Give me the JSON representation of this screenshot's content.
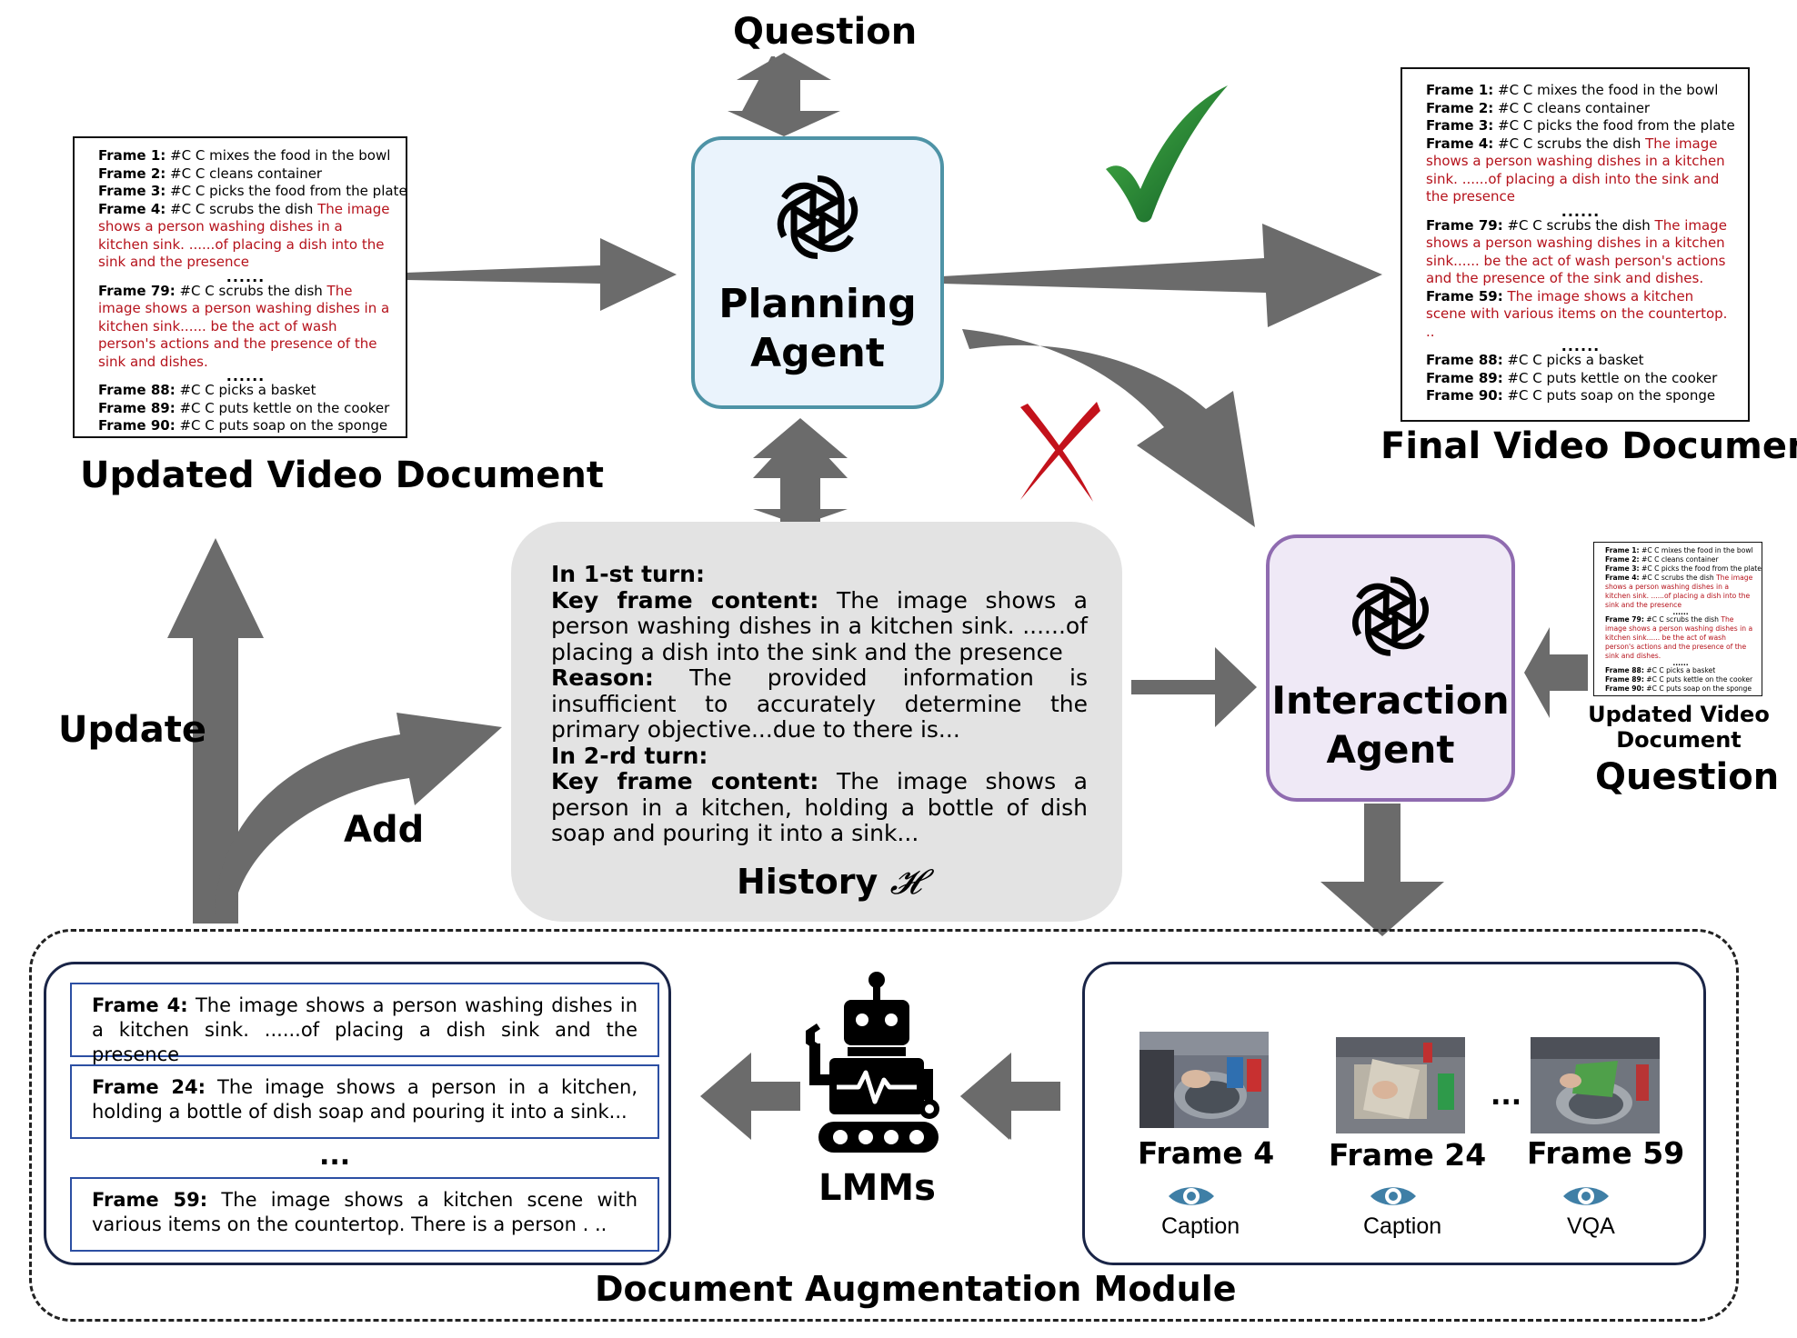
{
  "labels": {
    "question_top": "Question",
    "planning_agent": [
      "Planning",
      "Agent"
    ],
    "interaction_agent": [
      "Interaction",
      "Agent"
    ],
    "updated_video_document": "Updated Video Document",
    "final_video_document": "Final Video Document",
    "update": "Update",
    "add": "Add",
    "history": "History",
    "history_symbol": "𝓗",
    "lmms": "LMMs",
    "module": "Document Augmentation Module",
    "small_doc_caption": [
      "Updated Video",
      "Document"
    ],
    "question_right": "Question"
  },
  "updated_doc": {
    "top": [
      {
        "frame": "Frame 1:",
        "text": " #C C mixes the food in the bowl"
      },
      {
        "frame": "Frame 2:",
        "text": " #C C cleans container"
      },
      {
        "frame": "Frame 3:",
        "text": " #C C picks the food from the plate"
      }
    ],
    "f4": {
      "frame": "Frame 4:",
      "text": " #C C scrubs the dish ",
      "red": "The image shows a person washing dishes in a kitchen sink. ......of placing a dish into the sink and the presence"
    },
    "dots1": "......",
    "f79": {
      "frame": "Frame 79:",
      "text": " #C C scrubs the dish ",
      "red": "The image shows a person washing dishes in a kitchen sink...... be the act of wash person's actions and the presence of the sink and dishes."
    },
    "dots2": "......",
    "bottom": [
      {
        "frame": "Frame 88:",
        "text": " #C C picks a basket"
      },
      {
        "frame": "Frame 89:",
        "text": " #C C puts kettle on the cooker"
      },
      {
        "frame": "Frame 90:",
        "text": " #C C puts soap on the sponge"
      }
    ]
  },
  "final_doc": {
    "top": [
      {
        "frame": "Frame 1:",
        "text": " #C C mixes the food in the bowl"
      },
      {
        "frame": "Frame 2:",
        "text": " #C C cleans container"
      },
      {
        "frame": "Frame 3:",
        "text": " #C C picks the food from the plate"
      }
    ],
    "f4": {
      "frame": "Frame 4:",
      "text": " #C C scrubs the dish ",
      "red": "The image shows a person washing dishes in a kitchen sink. ......of placing a dish into the sink and the presence"
    },
    "dots1": "......",
    "f79": {
      "frame": "Frame 79:",
      "text": " #C C scrubs the dish ",
      "red": "The image shows a person washing dishes in a kitchen sink...... be the act of wash person's actions and the presence of the sink and dishes."
    },
    "f59": {
      "frame": "Frame 59:",
      "red": " The image shows a kitchen scene with various items on the countertop. .."
    },
    "dots2": "......",
    "bottom": [
      {
        "frame": "Frame 88:",
        "text": " #C C picks a basket"
      },
      {
        "frame": "Frame 89:",
        "text": " #C C puts kettle on the cooker"
      },
      {
        "frame": "Frame 90:",
        "text": " #C C puts soap on the sponge"
      }
    ]
  },
  "history": {
    "turn1": "In 1-st turn:",
    "kf1_label": "Key frame content:",
    "kf1_text": " The image shows a person washing dishes in a kitchen sink. ......of placing a dish into the sink and the presence",
    "reason_label": "Reason:",
    "reason_text": " The provided information is insufficient to accurately determine the primary objective...due to there is...",
    "turn2": "In 2-rd turn:",
    "kf2_label": "Key frame content:",
    "kf2_text": " The image shows a person in a kitchen, holding a bottle of dish soap and pouring it into a sink..."
  },
  "captions": [
    {
      "frame": "Frame 4:",
      "text": " The image shows a person washing dishes in a kitchen sink. ......of placing a dish sink and the presence"
    },
    {
      "frame": "Frame 24:",
      "text": " The image shows a person in a kitchen, holding a bottle of dish soap and pouring it into a sink..."
    },
    {
      "dots": "..."
    },
    {
      "frame": "Frame 59:",
      "text": " The image shows a kitchen scene with various items on the countertop. There is a person . .."
    }
  ],
  "frames": [
    {
      "label": "Frame 4",
      "tool": "Caption"
    },
    {
      "label": "Frame 24",
      "tool": "Caption"
    },
    {
      "label": "Frame 59",
      "tool": "VQA"
    }
  ],
  "frames_ellipsis": "...",
  "colors": {
    "arrow": "#6b6b6b",
    "planning_border": "#4e93a6",
    "planning_fill": "#eaf3fc",
    "interaction_border": "#8f6bb0",
    "interaction_fill": "#efe9f6",
    "red_text": "#b5121b",
    "check": "#1d8a2f",
    "cross": "#c3121b",
    "eye": "#3f7fa6",
    "history_fill": "#e3e3e3"
  },
  "icons": [
    "openai-logo-icon",
    "check-icon",
    "cross-icon",
    "robot-icon",
    "eye-icon"
  ]
}
